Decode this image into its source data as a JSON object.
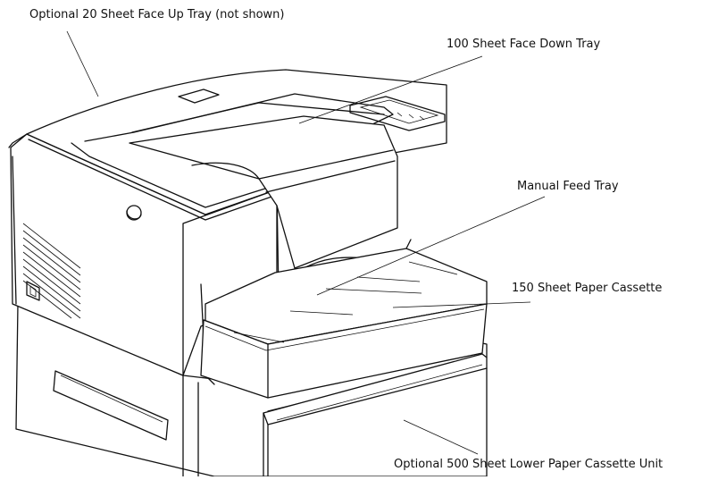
{
  "labels": {
    "face_up_tray": "Optional 20 Sheet Face Up Tray (not shown)",
    "face_down_tray": "100 Sheet Face Down Tray",
    "manual_feed_tray": "Manual Feed Tray",
    "paper_cassette": "150 Sheet Paper Cassette",
    "lower_cassette_unit": "Optional 500 Sheet Lower Paper Cassette Unit"
  }
}
